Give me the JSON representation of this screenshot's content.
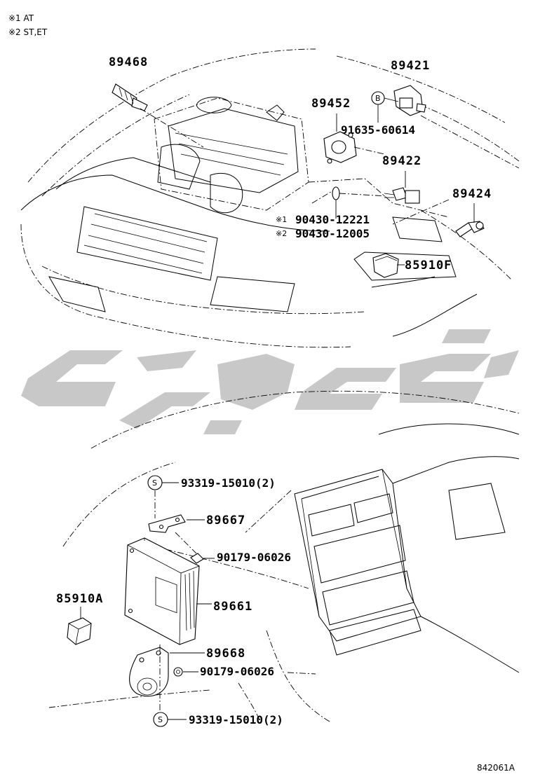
{
  "notes": {
    "note1": "※1 AT",
    "note2": "※2 ST,ET"
  },
  "watermark": {
    "color": "#c8c8c8"
  },
  "parts": {
    "p89468": "89468",
    "p89421": "89421",
    "p89452": "89452",
    "p91635": "91635-60614",
    "p89422": "89422",
    "p89424": "89424",
    "p90430_1": "90430-12221",
    "p90430_2": "90430-12005",
    "p85910F": "85910F",
    "p93319_top": "93319-15010(2)",
    "p89667": "89667",
    "p90179_top": "90179-06026",
    "p85910A": "85910A",
    "p89661": "89661",
    "p89668": "89668",
    "p90179_bot": "90179-06026",
    "p93319_bot": "93319-15010(2)"
  },
  "markers": {
    "b": "B",
    "s_top": "S",
    "s_bot": "S",
    "ref1": "※1",
    "ref2": "※2"
  },
  "figure_code": "842061A"
}
